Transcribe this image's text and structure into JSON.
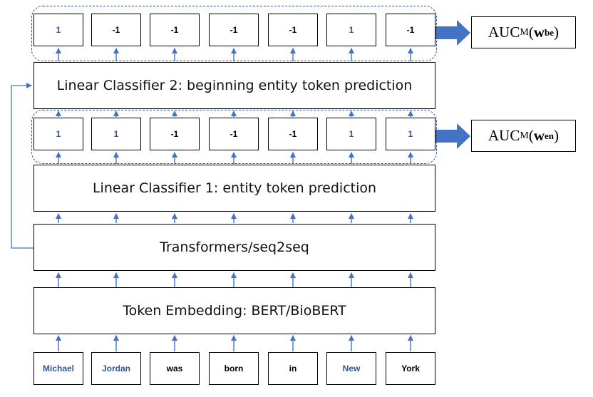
{
  "layers": {
    "classifier2": "Linear Classifier 2: beginning entity token prediction",
    "classifier1": "Linear Classifier 1: entity token prediction",
    "transformer": "Transformers/seq2seq",
    "embedding": "Token Embedding: BERT/BioBERT"
  },
  "tokens": [
    {
      "text": "Michael",
      "color": "#2f5597"
    },
    {
      "text": "Jordan",
      "color": "#2f5597"
    },
    {
      "text": "was",
      "color": "#000000"
    },
    {
      "text": "born",
      "color": "#000000"
    },
    {
      "text": "in",
      "color": "#000000"
    },
    {
      "text": "New",
      "color": "#2f5597"
    },
    {
      "text": "York",
      "color": "#000000"
    }
  ],
  "entity_predictions": [
    "1",
    "1",
    "-1",
    "-1",
    "-1",
    "1",
    "1"
  ],
  "beginning_predictions": [
    "1",
    "-1",
    "-1",
    "-1",
    "-1",
    "1",
    "-1"
  ],
  "auc_be": {
    "base": "AUC",
    "sub": "M",
    "open": "(",
    "w": "w",
    "wsub": "be",
    "close": ")"
  },
  "auc_en": {
    "base": "AUC",
    "sub": "M",
    "open": "(",
    "w": "w",
    "wsub": "en",
    "close": ")"
  },
  "colors": {
    "arrow": "#4472c4",
    "accent_text": "#2f5597",
    "line": "#000000"
  }
}
